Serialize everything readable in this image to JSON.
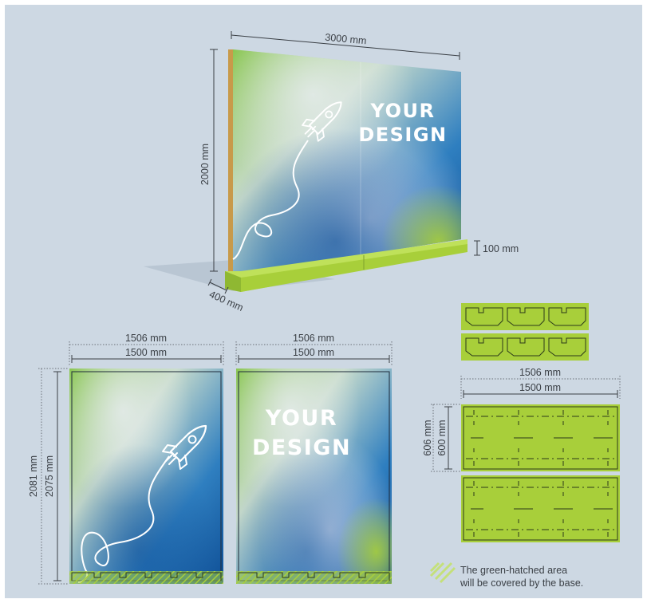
{
  "colors": {
    "background": "#cdd8e3",
    "base_green": "#a8cf3a",
    "gradient_green": "#8cc63f",
    "gradient_blue": "#1d5a9c",
    "gradient_light": "#dfe6ee"
  },
  "assembled_view": {
    "width_label": "3000 mm",
    "height_label": "2000 mm",
    "depth_label": "400 mm",
    "base_height_label": "100 mm",
    "design_line1": "YOUR",
    "design_line2": "DESIGN",
    "artwork_icon": "rocket-icon"
  },
  "panel_view": {
    "left_outer_width": "1506 mm",
    "left_inner_width": "1500 mm",
    "right_outer_width": "1506 mm",
    "right_inner_width": "1500 mm",
    "outer_height": "2081 mm",
    "inner_height": "2075 mm",
    "design_line1": "YOUR",
    "design_line2": "DESIGN",
    "artwork_icon": "rocket-icon"
  },
  "base_view": {
    "outer_width": "1506 mm",
    "inner_width": "1500 mm",
    "outer_height": "606 mm",
    "inner_height": "600 mm"
  },
  "legend": {
    "line1": "The green-hatched area",
    "line2": "will be covered by the base.",
    "icon": "hatch-swatch-icon"
  }
}
